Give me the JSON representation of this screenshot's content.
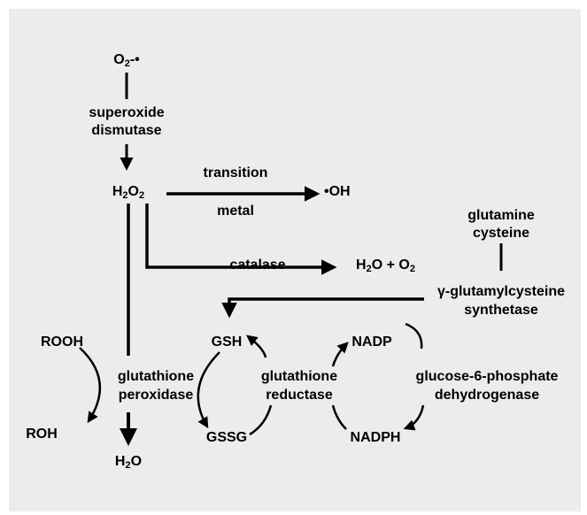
{
  "nodes": {
    "superoxide": {
      "base": "O",
      "sub": "2",
      "suffix": "-•"
    },
    "h2o2": {
      "base1": "H",
      "sub1": "2",
      "base2": "O",
      "sub2": "2"
    },
    "hydroxyl": "•OH",
    "water_oxygen": {
      "base1": "H",
      "sub1": "2",
      "mid": "O + O",
      "sub2": "2"
    },
    "water": {
      "base": "H",
      "sub": "2",
      "suffix": "O"
    },
    "rooh": "ROOH",
    "roh": "ROH",
    "gsh": "GSH",
    "gssg": "GSSG",
    "nadp": "NADP",
    "nadph": "NADPH",
    "glutamine": "glutamine",
    "cysteine": "cysteine"
  },
  "enzymes": {
    "sod_line1": "superoxide",
    "sod_line2": "dismutase",
    "transition": "transition",
    "metal": "metal",
    "catalase": "catalase",
    "gcs_line1": "γ-glutamylcysteine",
    "gcs_line2": "synthetase",
    "gpx_line1": "glutathione",
    "gpx_line2": "peroxidase",
    "gr_line1": "glutathione",
    "gr_line2": "reductase",
    "g6pd_line1": "glucose-6-phosphate",
    "g6pd_line2": "dehydrogenase"
  },
  "colors": {
    "background": "#ececec",
    "ink": "#000000"
  }
}
